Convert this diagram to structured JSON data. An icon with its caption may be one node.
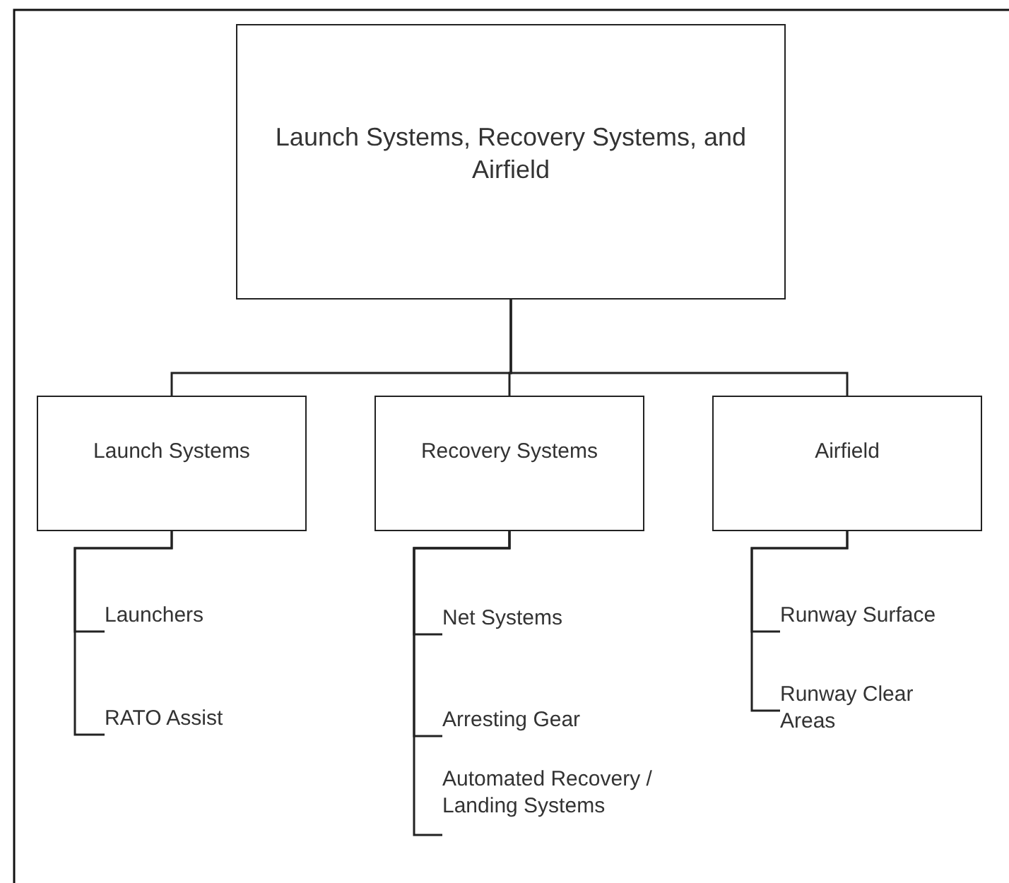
{
  "diagram": {
    "nodes": [
      {
        "text": [
          "Launch Systems, Recovery Systems, and Airfield"
        ]
      },
      {
        "text": [
          "Launch Systems"
        ]
      },
      {
        "text": [
          "Recovery Systems"
        ]
      },
      {
        "text": [
          "Airfield"
        ]
      },
      {
        "text": [
          "Launchers"
        ]
      },
      {
        "text": [
          "RATO Assist"
        ]
      },
      {
        "text": [
          "Net Systems"
        ]
      },
      {
        "text": [
          "Arresting Gear"
        ]
      },
      {
        "text": [
          "Automated Recovery / Landing Systems"
        ]
      },
      {
        "text": [
          "Runway Surface"
        ]
      },
      {
        "text": [
          "Runway Clear Areas"
        ]
      }
    ],
    "edges": [
      {
        "from": 0,
        "to": 1,
        "arrow": "none"
      },
      {
        "from": 0,
        "to": 2,
        "arrow": "none"
      },
      {
        "from": 0,
        "to": 3,
        "arrow": "none"
      },
      {
        "from": 1,
        "to": 4,
        "arrow": "none"
      },
      {
        "from": 1,
        "to": 5,
        "arrow": "none"
      },
      {
        "from": 2,
        "to": 6,
        "arrow": "none"
      },
      {
        "from": 2,
        "to": 7,
        "arrow": "none"
      },
      {
        "from": 2,
        "to": 8,
        "arrow": "none"
      },
      {
        "from": 3,
        "to": 9,
        "arrow": "none"
      },
      {
        "from": 3,
        "to": 10,
        "arrow": "none"
      }
    ]
  }
}
